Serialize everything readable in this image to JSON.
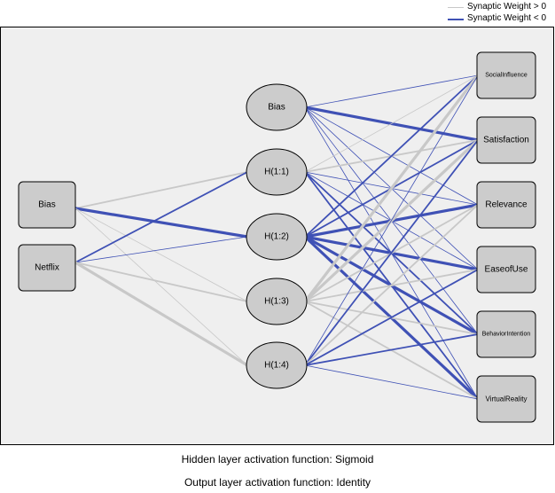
{
  "legend": {
    "positive": {
      "label": "Synaptic Weight > 0",
      "color": "#c8c8c8"
    },
    "negative": {
      "label": "Synaptic Weight < 0",
      "color": "#3f51b5"
    }
  },
  "input_layer": [
    {
      "id": "in-bias",
      "label": "Bias"
    },
    {
      "id": "in-netflix",
      "label": "Netflix"
    }
  ],
  "hidden_layer": [
    {
      "id": "h-bias",
      "label": "Bias"
    },
    {
      "id": "h1",
      "label": "H(1:1)"
    },
    {
      "id": "h2",
      "label": "H(1:2)"
    },
    {
      "id": "h3",
      "label": "H(1:3)"
    },
    {
      "id": "h4",
      "label": "H(1:4)"
    }
  ],
  "output_layer": [
    {
      "id": "o1",
      "label": "SocialInfluence"
    },
    {
      "id": "o2",
      "label": "Satisfaction"
    },
    {
      "id": "o3",
      "label": "Relevance"
    },
    {
      "id": "o4",
      "label": "EaseofUse"
    },
    {
      "id": "o5",
      "label": "BehaviorIntention"
    },
    {
      "id": "o6",
      "label": "VirtualReality"
    }
  ],
  "connections": [
    {
      "from": "in-bias",
      "to": "h1",
      "sign": "positive",
      "strength": 2
    },
    {
      "from": "in-bias",
      "to": "h2",
      "sign": "negative",
      "strength": 3
    },
    {
      "from": "in-bias",
      "to": "h3",
      "sign": "positive",
      "strength": 1
    },
    {
      "from": "in-bias",
      "to": "h4",
      "sign": "positive",
      "strength": 1
    },
    {
      "from": "in-netflix",
      "to": "h1",
      "sign": "negative",
      "strength": 2
    },
    {
      "from": "in-netflix",
      "to": "h2",
      "sign": "negative",
      "strength": 1
    },
    {
      "from": "in-netflix",
      "to": "h3",
      "sign": "positive",
      "strength": 2
    },
    {
      "from": "in-netflix",
      "to": "h4",
      "sign": "positive",
      "strength": 3
    },
    {
      "from": "h-bias",
      "to": "o1",
      "sign": "negative",
      "strength": 1
    },
    {
      "from": "h-bias",
      "to": "o2",
      "sign": "negative",
      "strength": 3
    },
    {
      "from": "h-bias",
      "to": "o3",
      "sign": "negative",
      "strength": 1
    },
    {
      "from": "h-bias",
      "to": "o4",
      "sign": "negative",
      "strength": 1
    },
    {
      "from": "h-bias",
      "to": "o5",
      "sign": "negative",
      "strength": 1
    },
    {
      "from": "h-bias",
      "to": "o6",
      "sign": "negative",
      "strength": 1
    },
    {
      "from": "h1",
      "to": "o1",
      "sign": "positive",
      "strength": 1
    },
    {
      "from": "h1",
      "to": "o2",
      "sign": "positive",
      "strength": 2
    },
    {
      "from": "h1",
      "to": "o3",
      "sign": "negative",
      "strength": 1
    },
    {
      "from": "h1",
      "to": "o4",
      "sign": "negative",
      "strength": 1
    },
    {
      "from": "h1",
      "to": "o5",
      "sign": "negative",
      "strength": 2
    },
    {
      "from": "h1",
      "to": "o6",
      "sign": "negative",
      "strength": 2
    },
    {
      "from": "h2",
      "to": "o1",
      "sign": "negative",
      "strength": 2
    },
    {
      "from": "h2",
      "to": "o2",
      "sign": "negative",
      "strength": 2
    },
    {
      "from": "h2",
      "to": "o3",
      "sign": "negative",
      "strength": 3
    },
    {
      "from": "h2",
      "to": "o4",
      "sign": "negative",
      "strength": 3
    },
    {
      "from": "h2",
      "to": "o5",
      "sign": "negative",
      "strength": 3
    },
    {
      "from": "h2",
      "to": "o6",
      "sign": "negative",
      "strength": 3
    },
    {
      "from": "h3",
      "to": "o1",
      "sign": "positive",
      "strength": 3
    },
    {
      "from": "h3",
      "to": "o2",
      "sign": "positive",
      "strength": 3
    },
    {
      "from": "h3",
      "to": "o3",
      "sign": "positive",
      "strength": 2
    },
    {
      "from": "h3",
      "to": "o4",
      "sign": "positive",
      "strength": 2
    },
    {
      "from": "h3",
      "to": "o5",
      "sign": "positive",
      "strength": 2
    },
    {
      "from": "h3",
      "to": "o6",
      "sign": "positive",
      "strength": 2
    },
    {
      "from": "h4",
      "to": "o1",
      "sign": "negative",
      "strength": 1
    },
    {
      "from": "h4",
      "to": "o2",
      "sign": "negative",
      "strength": 2
    },
    {
      "from": "h4",
      "to": "o3",
      "sign": "positive",
      "strength": 2
    },
    {
      "from": "h4",
      "to": "o4",
      "sign": "negative",
      "strength": 2
    },
    {
      "from": "h4",
      "to": "o5",
      "sign": "negative",
      "strength": 2
    },
    {
      "from": "h4",
      "to": "o6",
      "sign": "negative",
      "strength": 1
    }
  ],
  "footer": {
    "hidden_activation": "Hidden layer activation function: Sigmoid",
    "output_activation": "Output layer activation function: Identity"
  }
}
